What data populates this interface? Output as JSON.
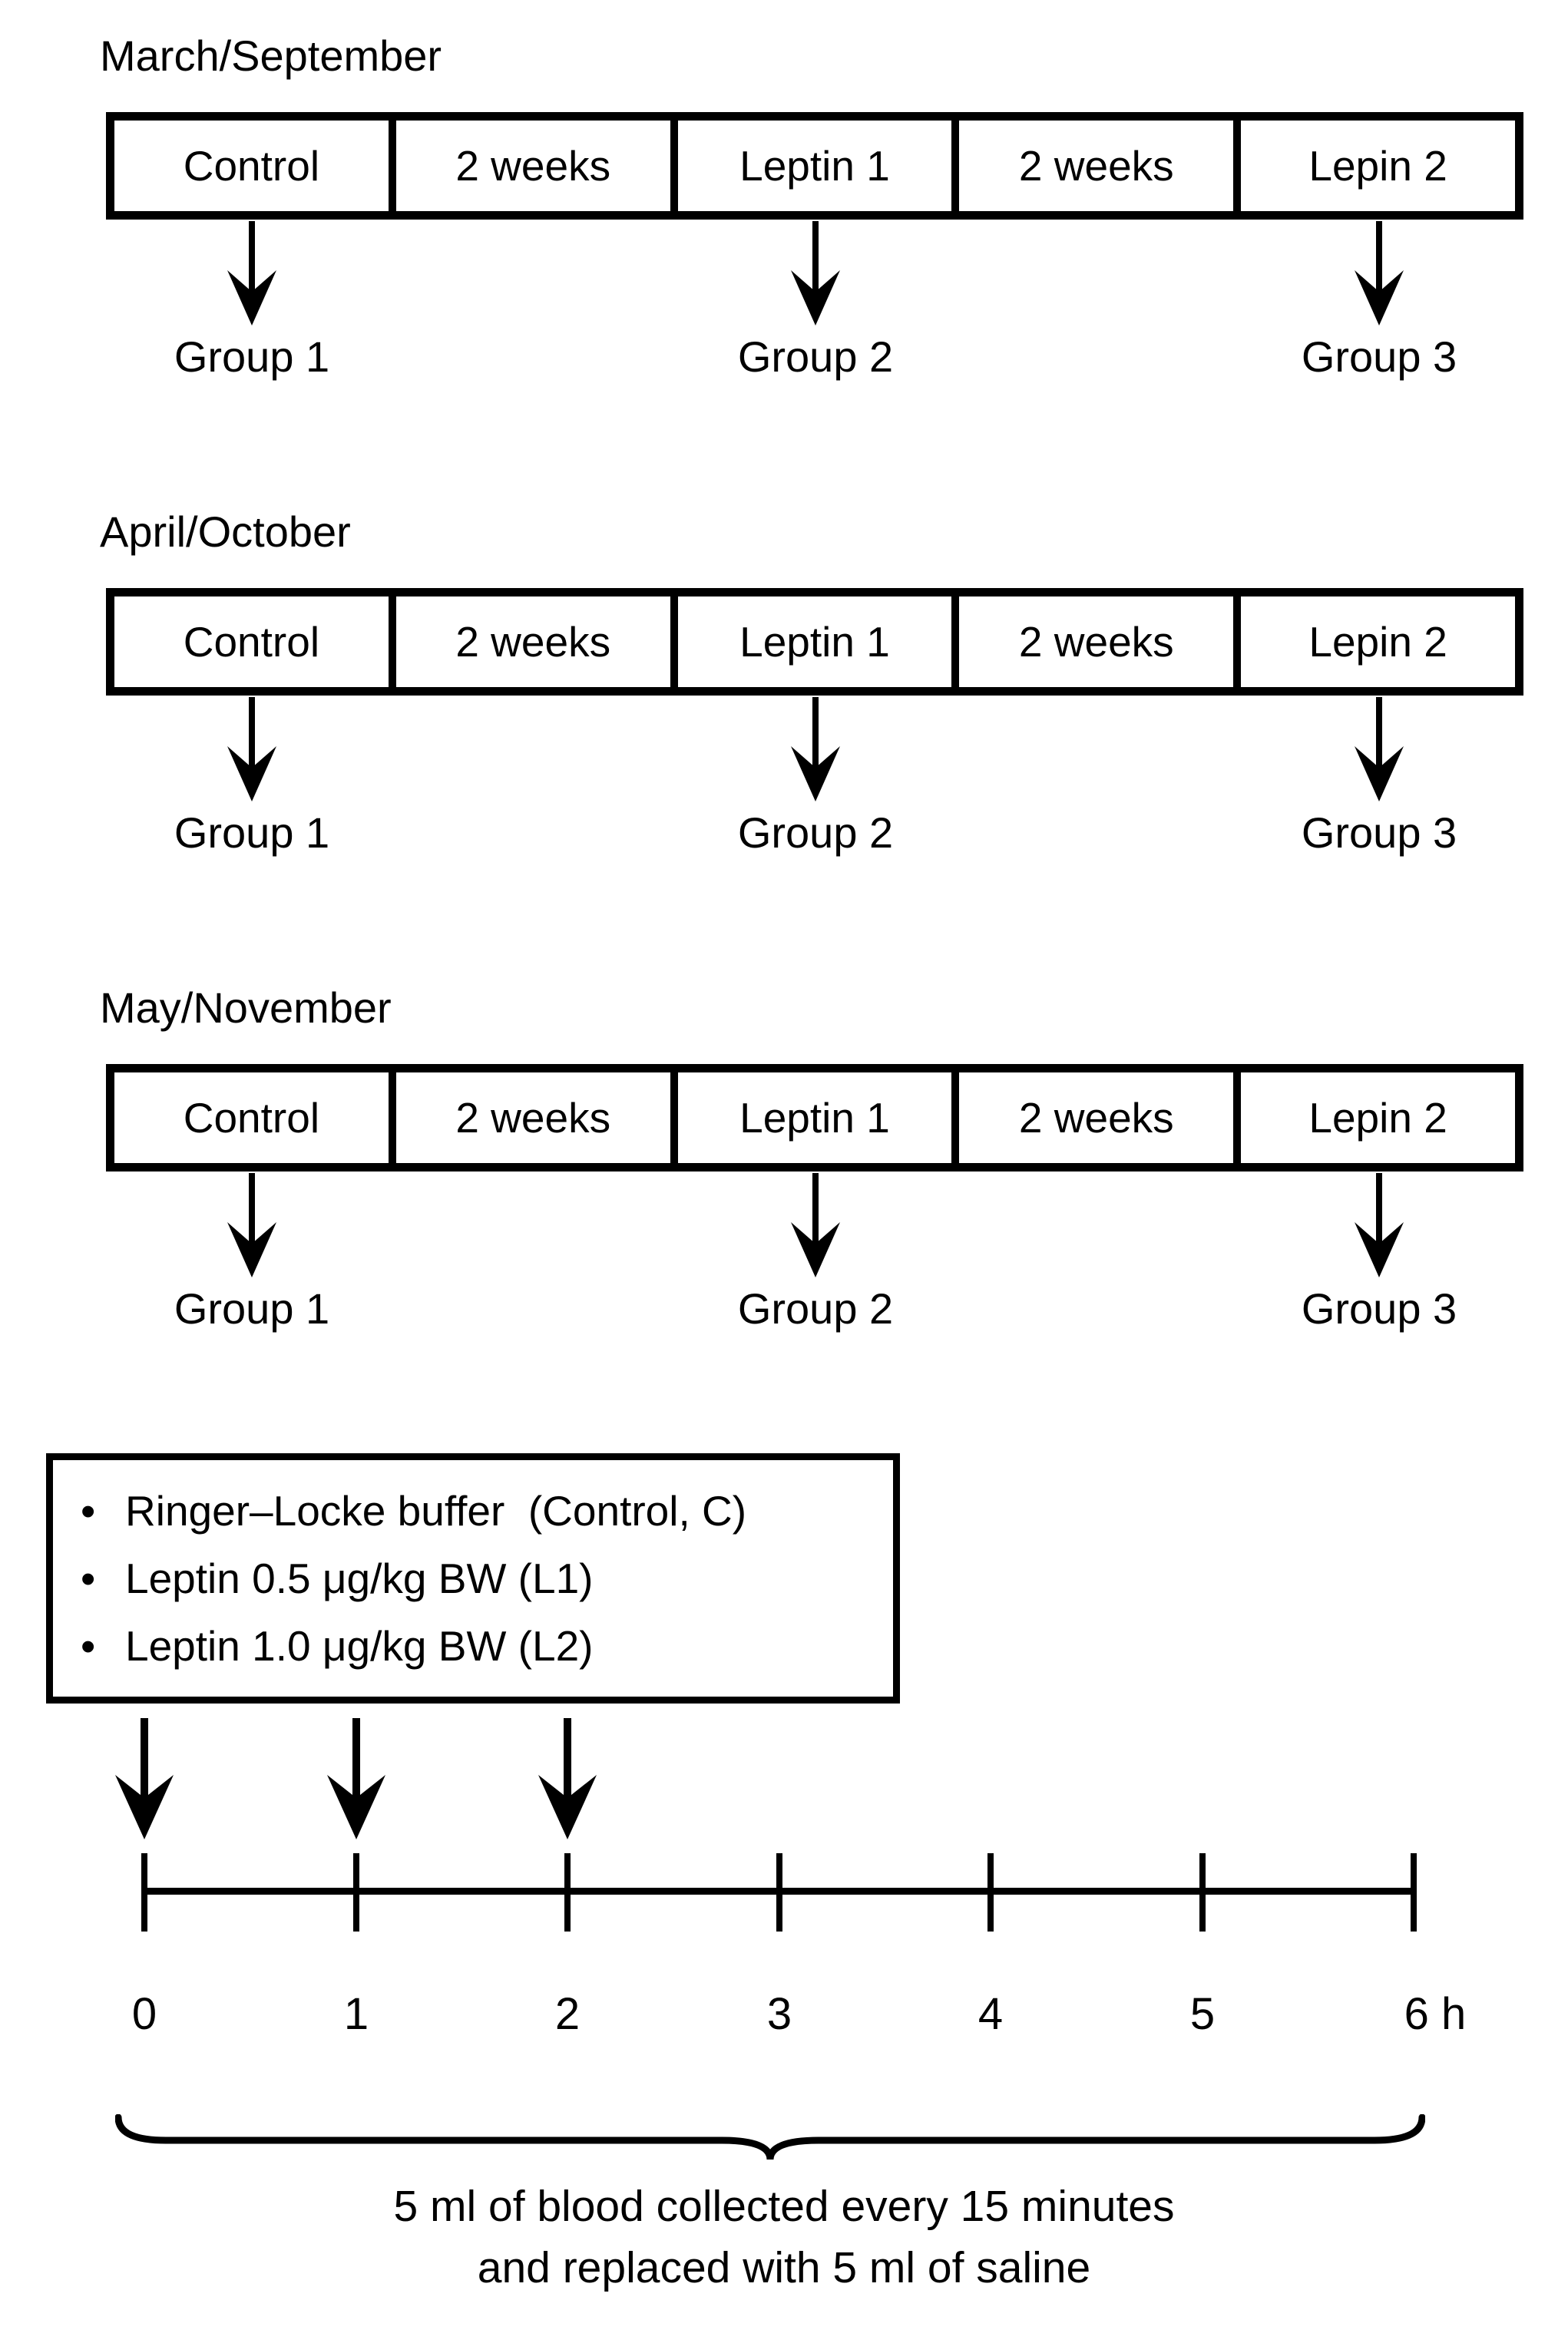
{
  "colors": {
    "background": "#ffffff",
    "ink": "#000000"
  },
  "sections": [
    {
      "title": "March/September",
      "boxes": [
        "Control",
        "2 weeks",
        "Leptin 1",
        "2 weeks",
        "Lepin 2"
      ],
      "groups": [
        "Group 1",
        "Group 2",
        "Group 3"
      ]
    },
    {
      "title": "April/October",
      "boxes": [
        "Control",
        "2 weeks",
        "Leptin 1",
        "2 weeks",
        "Lepin 2"
      ],
      "groups": [
        "Group 1",
        "Group 2",
        "Group 3"
      ]
    },
    {
      "title": "May/November",
      "boxes": [
        "Control",
        "2 weeks",
        "Leptin 1",
        "2 weeks",
        "Lepin 2"
      ],
      "groups": [
        "Group 1",
        "Group 2",
        "Group 3"
      ]
    }
  ],
  "legend": {
    "bullet": "•",
    "items": [
      "Ringer–Locke buffer  (Control, C)",
      "Leptin 0.5 μg/kg BW (L1)",
      "Leptin 1.0 μg/kg BW (L2)"
    ]
  },
  "timeline": {
    "tick_labels": [
      "0",
      "1",
      "2",
      "3",
      "4",
      "5",
      "6 h"
    ],
    "injection_arrows_at_hours": [
      0,
      1,
      2
    ],
    "caption_line1": "5 ml of blood collected every 15 minutes",
    "caption_line2": "and replaced with 5 ml of saline"
  }
}
